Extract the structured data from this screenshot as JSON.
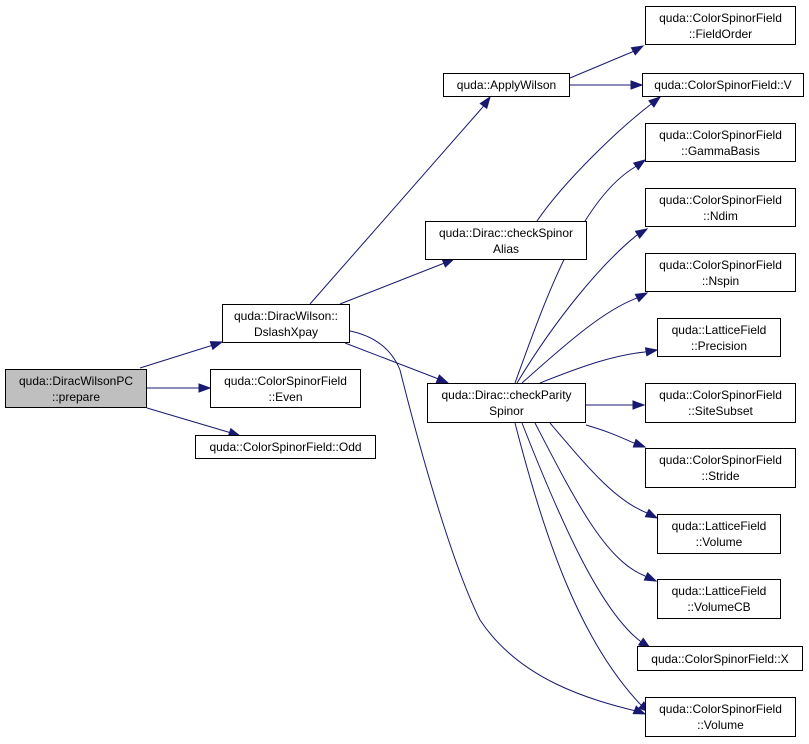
{
  "nodes": {
    "n0": {
      "line1": "quda::DiracWilsonPC",
      "line2": "::prepare"
    },
    "n1": {
      "line1": "quda::DiracWilson::",
      "line2": "DslashXpay"
    },
    "n2": {
      "line1": "quda::ColorSpinorField",
      "line2": "::Even"
    },
    "n3": {
      "line1": "quda::ColorSpinorField::Odd"
    },
    "n4": {
      "line1": "quda::ApplyWilson"
    },
    "n5": {
      "line1": "quda::Dirac::checkSpinor",
      "line2": "Alias"
    },
    "n6": {
      "line1": "quda::Dirac::checkParity",
      "line2": "Spinor"
    },
    "n7": {
      "line1": "quda::ColorSpinorField",
      "line2": "::FieldOrder"
    },
    "n8": {
      "line1": "quda::ColorSpinorField::V"
    },
    "n9": {
      "line1": "quda::ColorSpinorField",
      "line2": "::GammaBasis"
    },
    "n10": {
      "line1": "quda::ColorSpinorField",
      "line2": "::Ndim"
    },
    "n11": {
      "line1": "quda::ColorSpinorField",
      "line2": "::Nspin"
    },
    "n12": {
      "line1": "quda::LatticeField",
      "line2": "::Precision"
    },
    "n13": {
      "line1": "quda::ColorSpinorField",
      "line2": "::SiteSubset"
    },
    "n14": {
      "line1": "quda::ColorSpinorField",
      "line2": "::Stride"
    },
    "n15": {
      "line1": "quda::LatticeField",
      "line2": "::Volume"
    },
    "n16": {
      "line1": "quda::LatticeField",
      "line2": "::VolumeCB"
    },
    "n17": {
      "line1": "quda::ColorSpinorField::X"
    },
    "n18": {
      "line1": "quda::ColorSpinorField",
      "line2": "::Volume"
    }
  },
  "edges": [
    [
      "n0",
      "n1"
    ],
    [
      "n0",
      "n2"
    ],
    [
      "n0",
      "n3"
    ],
    [
      "n1",
      "n4"
    ],
    [
      "n1",
      "n5"
    ],
    [
      "n1",
      "n6"
    ],
    [
      "n1",
      "n18"
    ],
    [
      "n4",
      "n7"
    ],
    [
      "n4",
      "n8"
    ],
    [
      "n5",
      "n8"
    ],
    [
      "n6",
      "n9"
    ],
    [
      "n6",
      "n10"
    ],
    [
      "n6",
      "n11"
    ],
    [
      "n6",
      "n12"
    ],
    [
      "n6",
      "n13"
    ],
    [
      "n6",
      "n14"
    ],
    [
      "n6",
      "n15"
    ],
    [
      "n6",
      "n16"
    ],
    [
      "n6",
      "n17"
    ],
    [
      "n6",
      "n18"
    ]
  ],
  "colors": {
    "edge": "#191970",
    "root_fill": "#bfbfbf",
    "node_fill": "#ffffff",
    "border": "#000000"
  }
}
